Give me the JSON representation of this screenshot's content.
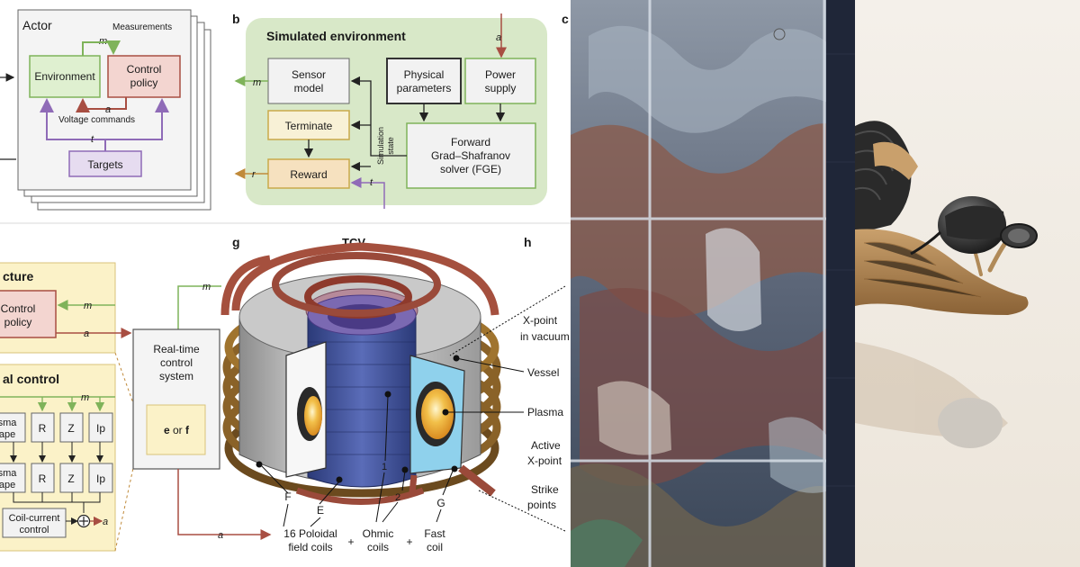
{
  "actor": {
    "title": "Actor",
    "measurements": "Measurements",
    "m": "m",
    "environment": "Environment",
    "control_policy": [
      "Control",
      "policy"
    ],
    "a": "a",
    "voltage_commands": "Voltage commands",
    "t": "t",
    "targets": "Targets"
  },
  "sim": {
    "panel_label": "b",
    "title": "Simulated environment",
    "a": "a",
    "m": "m",
    "r": "r",
    "t": "t",
    "sensor_model": [
      "Sensor",
      "model"
    ],
    "physical_parameters": [
      "Physical",
      "parameters"
    ],
    "power_supply": [
      "Power",
      "supply"
    ],
    "terminate": "Terminate",
    "reward": "Reward",
    "simulation_state": [
      "Simulation",
      "state"
    ],
    "fge": [
      "Forward",
      "Grad–Shafranov",
      "solver (FGE)"
    ]
  },
  "panel_c_label": "c",
  "arch": {
    "header_fragment": "cture",
    "control_policy": [
      "Control",
      "policy"
    ],
    "m": "m",
    "a": "a",
    "control_fragment": "al control",
    "plasma_shape_1": [
      "sma",
      "ape"
    ],
    "plasma_shape_2": [
      "sma",
      "ape"
    ],
    "r": "R",
    "z": "Z",
    "ip": "Ip",
    "coil_current_control": [
      "Coil-current",
      "control"
    ],
    "a_out": "a"
  },
  "rt": {
    "m": "m",
    "a": "a",
    "title": [
      "Real-time",
      "control",
      "system"
    ],
    "e": "e",
    "or": " or ",
    "f": "f"
  },
  "tcv": {
    "panel_label": "g",
    "title": "TCV",
    "F": "F",
    "E": "E",
    "one": "1",
    "two": "2",
    "G": "G",
    "poloidal": [
      "16 Poloidal",
      "field coils"
    ],
    "plus1": "+",
    "ohmic": [
      "Ohmic",
      "coils"
    ],
    "plus2": "+",
    "fast": [
      "Fast",
      "coil"
    ]
  },
  "h": {
    "panel_label": "h",
    "xpoint_vacuum": [
      "X-point",
      "in vacuum"
    ],
    "vessel": "Vessel",
    "plasma": "Plasma",
    "active_xpoint": [
      "Active",
      "X-point"
    ],
    "strike_points": [
      "Strike",
      "points"
    ]
  },
  "colors": {
    "green": "#8fbf6a",
    "red": "#a84e42",
    "purple": "#8f6bb7",
    "orange": "#c08a3a",
    "sim_bg": "#d8e8c8",
    "arch_bg": "#fbf2c8"
  }
}
